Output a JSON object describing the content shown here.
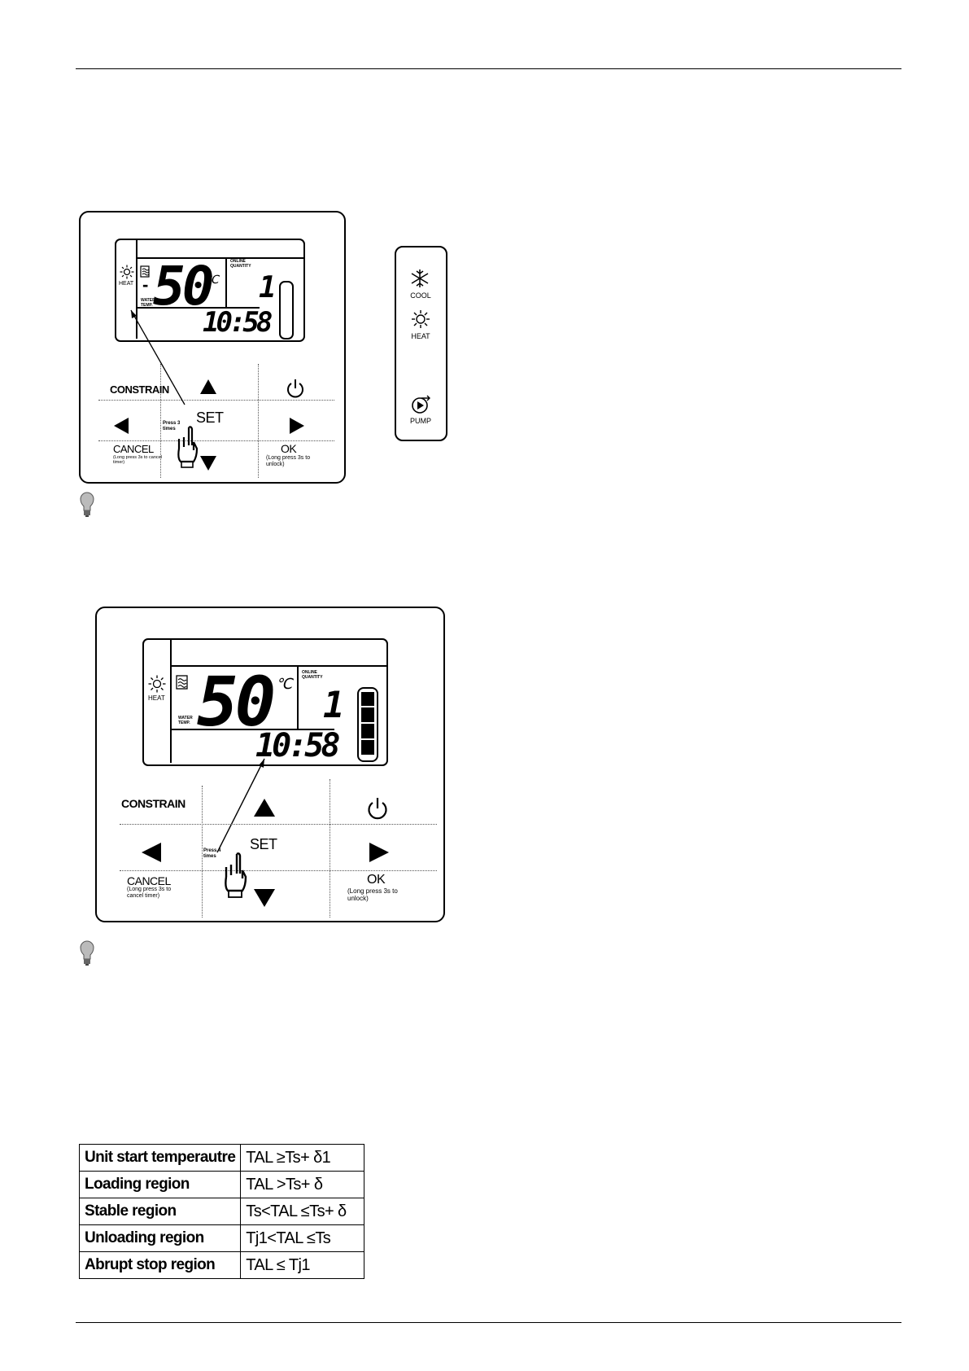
{
  "panel1": {
    "mode_label": "HEAT",
    "temperature": "50",
    "minus_sign": "-",
    "unit": "℃",
    "time": "10:58",
    "unit_number": "1",
    "buttons": {
      "constrain": "CONSTRAIN",
      "set": "SET",
      "cancel": "CANCEL",
      "cancel_hint": "(Long press 3s to cancel timer)",
      "ok": "OK",
      "ok_hint": "(Long press 3s to unlock)",
      "press_hint": "Press 3 times"
    }
  },
  "mode_strip": {
    "cool": "COOL",
    "heat": "HEAT",
    "pump": "PUMP"
  },
  "panel2": {
    "mode_label": "HEAT",
    "temperature": "50",
    "unit": "℃",
    "time": "10:58",
    "unit_number": "1",
    "buttons": {
      "constrain": "CONSTRAIN",
      "set": "SET",
      "cancel": "CANCEL",
      "cancel_hint": "(Long press 3s to cancel timer)",
      "ok": "OK",
      "ok_hint": "(Long press 3s to unlock)",
      "press_hint": "Press 4 times"
    }
  },
  "conditions_table": {
    "rows": [
      {
        "label": "Unit start temperautre",
        "formula": "TAL ≥Ts+ δ1"
      },
      {
        "label": "Loading region",
        "formula": "TAL >Ts+ δ"
      },
      {
        "label": "Stable region",
        "formula": "Ts<TAL ≤Ts+ δ"
      },
      {
        "label": "Unloading region",
        "formula": "Tj1<TAL ≤Ts"
      },
      {
        "label": "Abrupt stop region",
        "formula": "TAL ≤ Tj1"
      }
    ]
  }
}
